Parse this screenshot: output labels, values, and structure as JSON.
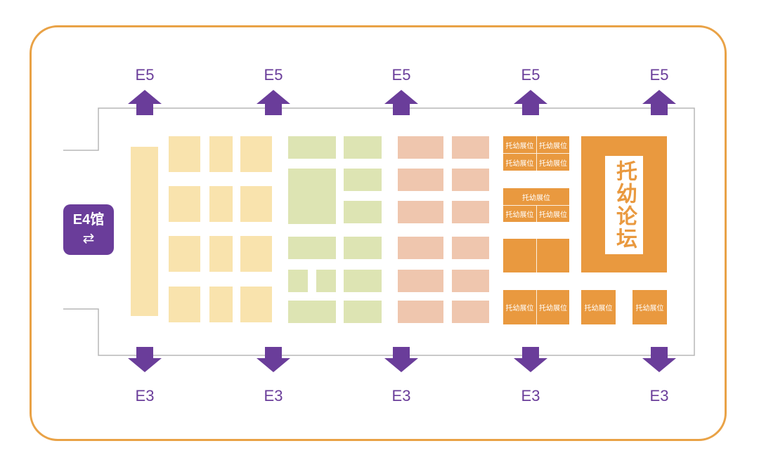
{
  "map": {
    "hall_label": "E4馆",
    "hall_icon": "swap-arrows-icon",
    "top_exit_label": "E5",
    "bottom_exit_label": "E3",
    "booth_label": "托幼展位",
    "forum_label": "托幼论坛",
    "colors": {
      "frame": "#e9a246",
      "purple": "#6a3d9a",
      "zone_yellow": "#f9e3ad",
      "zone_green": "#dde4b3",
      "zone_pink": "#efc6ae",
      "zone_orange": "#e9993f",
      "wall": "#b7b7b7"
    }
  }
}
